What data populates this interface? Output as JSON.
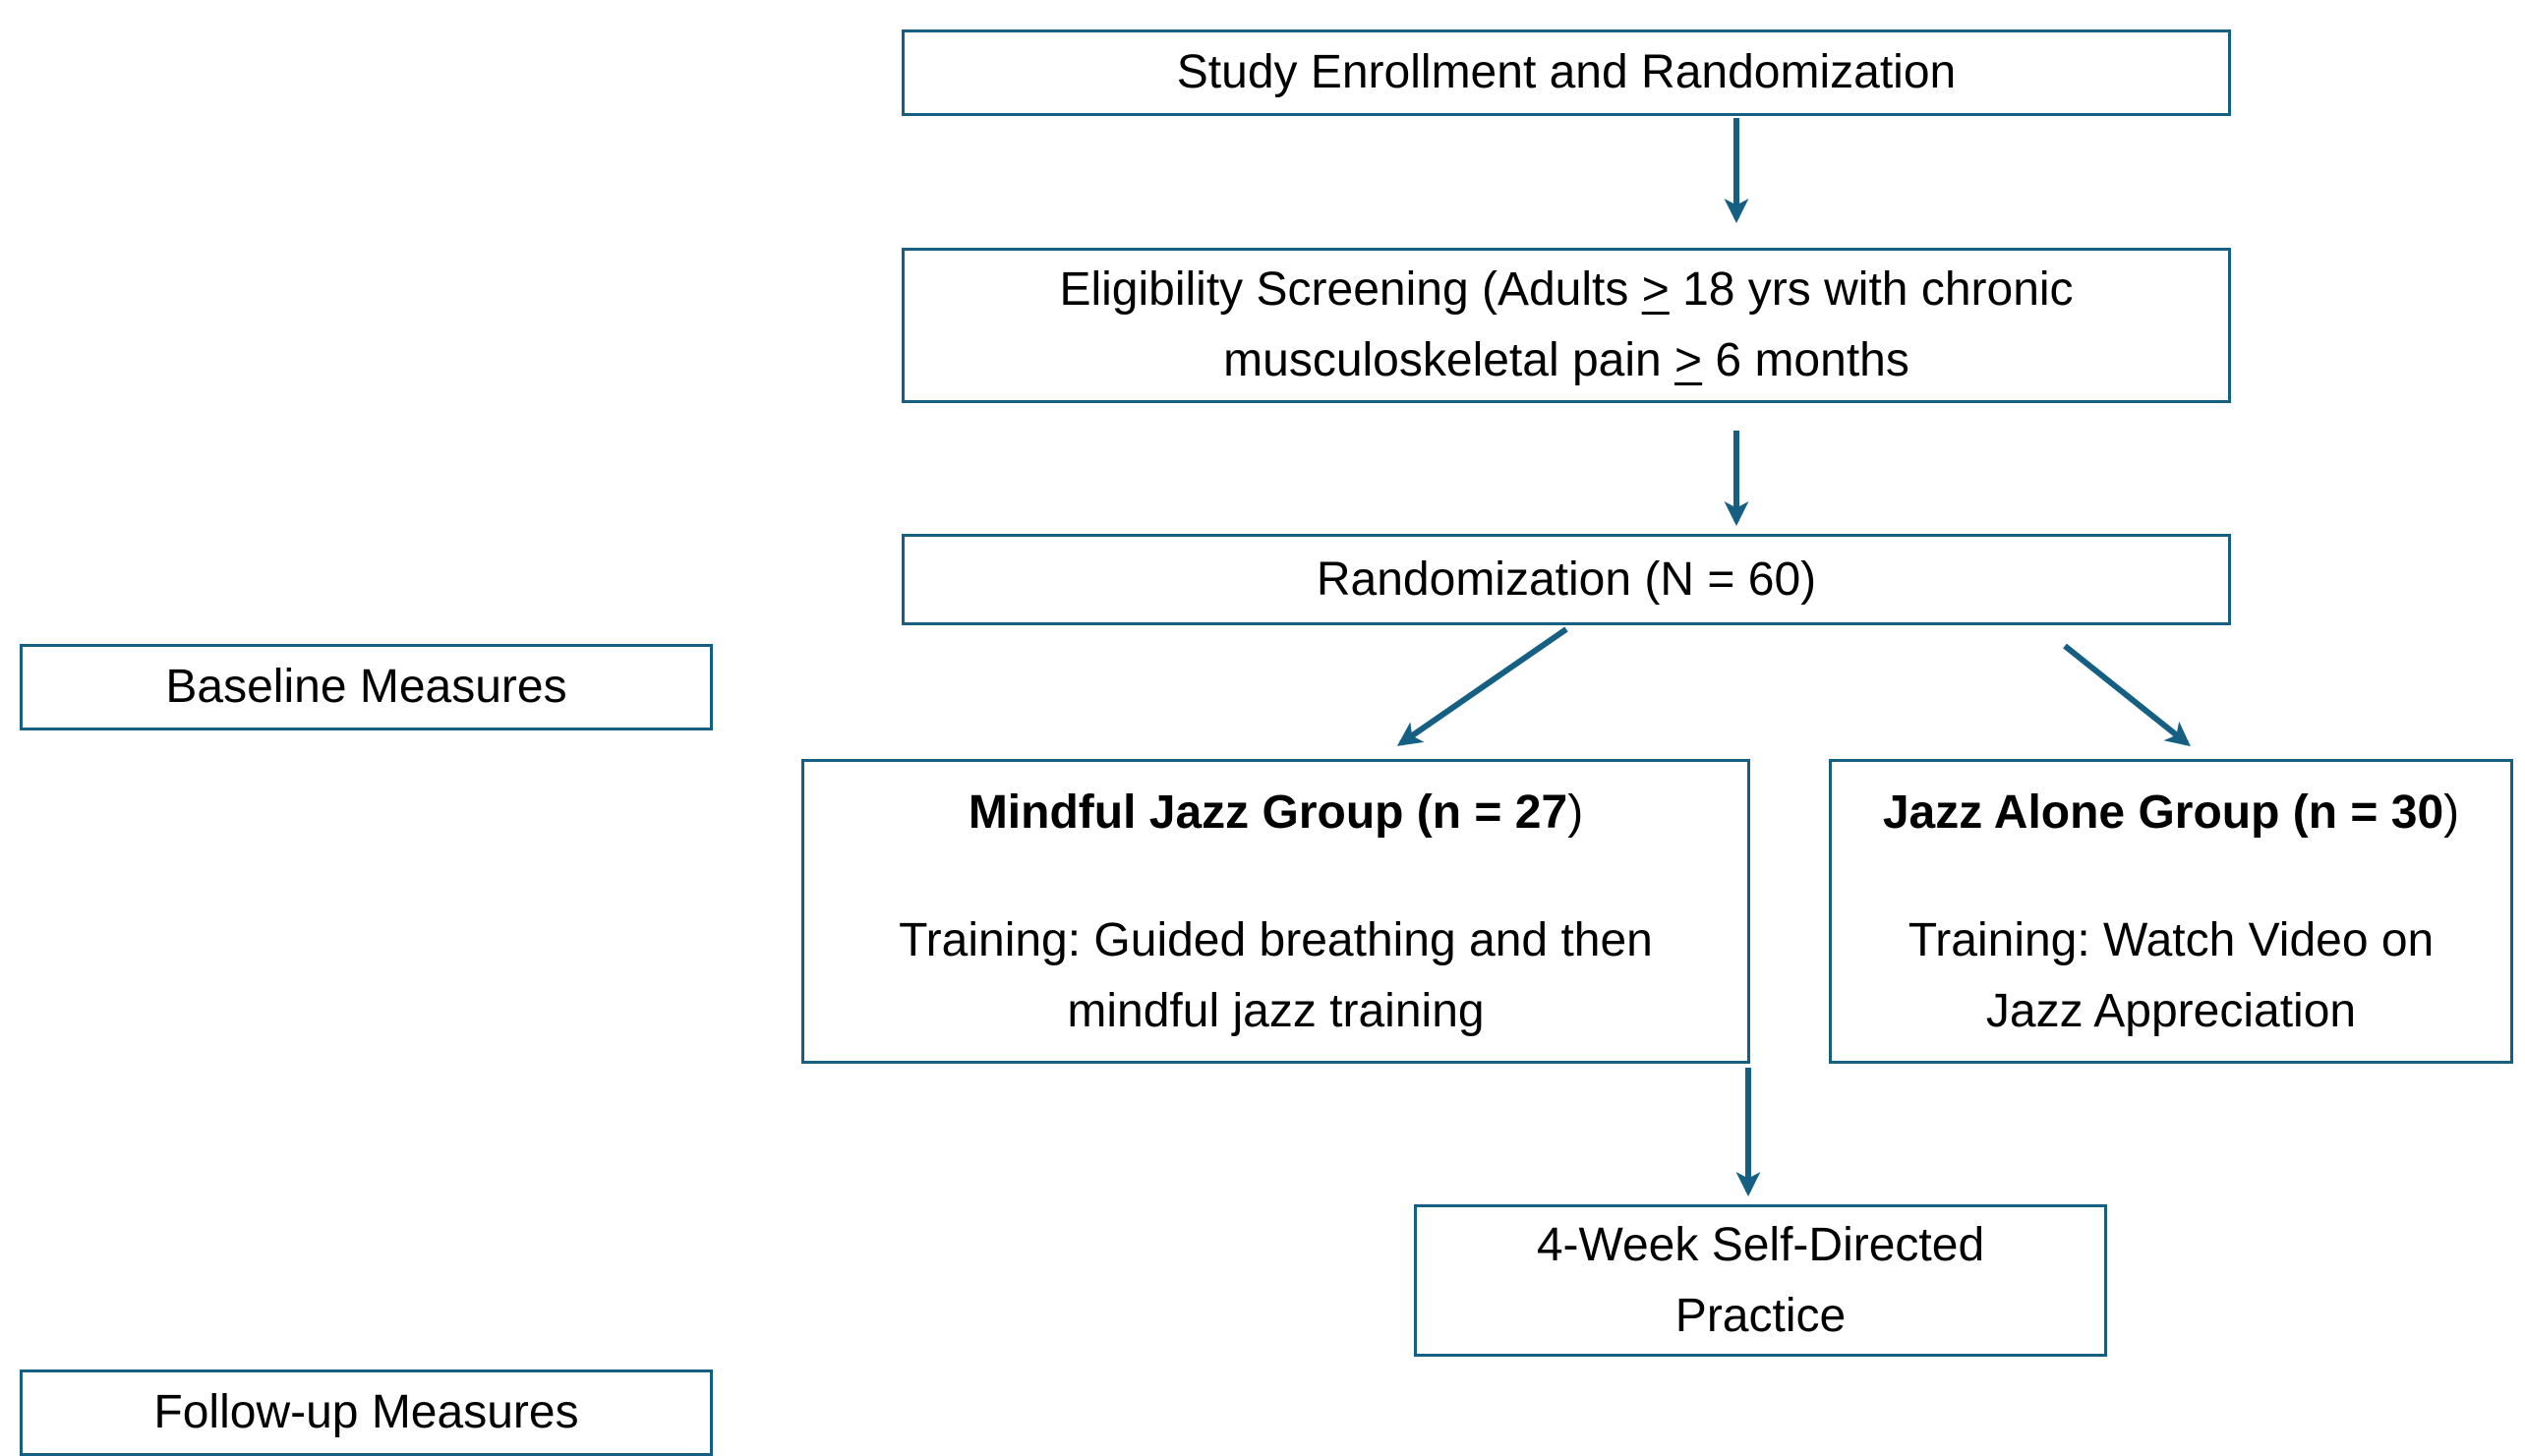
{
  "diagram": {
    "accent_color": "#156082",
    "text_color": "#000000",
    "background_color": "#ffffff",
    "nodes": {
      "enrollment": {
        "label": "Study Enrollment and Randomization"
      },
      "eligibility": {
        "line1_pre": "Eligibility Screening (Adults ",
        "line1_geq": ">",
        "line1_post": " 18 yrs with chronic",
        "line2_pre": "musculoskeletal pain ",
        "line2_geq": ">",
        "line2_post": " 6 months"
      },
      "randomization": {
        "label": "Randomization (N = 60)"
      },
      "baseline_measures": {
        "label": "Baseline Measures"
      },
      "mindful_jazz_group": {
        "title_bold": "Mindful Jazz Group (n = 27",
        "title_suffix": ")",
        "body_line1": "Training: Guided breathing and then",
        "body_line2": "mindful jazz training"
      },
      "jazz_alone_group": {
        "title_bold": "Jazz Alone Group (n = 30",
        "title_suffix": ")",
        "body_line1": "Training: Watch Video on",
        "body_line2": "Jazz Appreciation"
      },
      "practice": {
        "line1": "4-Week Self-Directed",
        "line2": "Practice"
      },
      "followup_measures": {
        "label": "Follow-up Measures"
      }
    },
    "connectors": [
      {
        "name": "enrollment-to-eligibility"
      },
      {
        "name": "eligibility-to-randomization"
      },
      {
        "name": "randomization-to-mindful-jazz"
      },
      {
        "name": "randomization-to-jazz-alone"
      },
      {
        "name": "mindful-jazz-to-practice"
      }
    ]
  }
}
